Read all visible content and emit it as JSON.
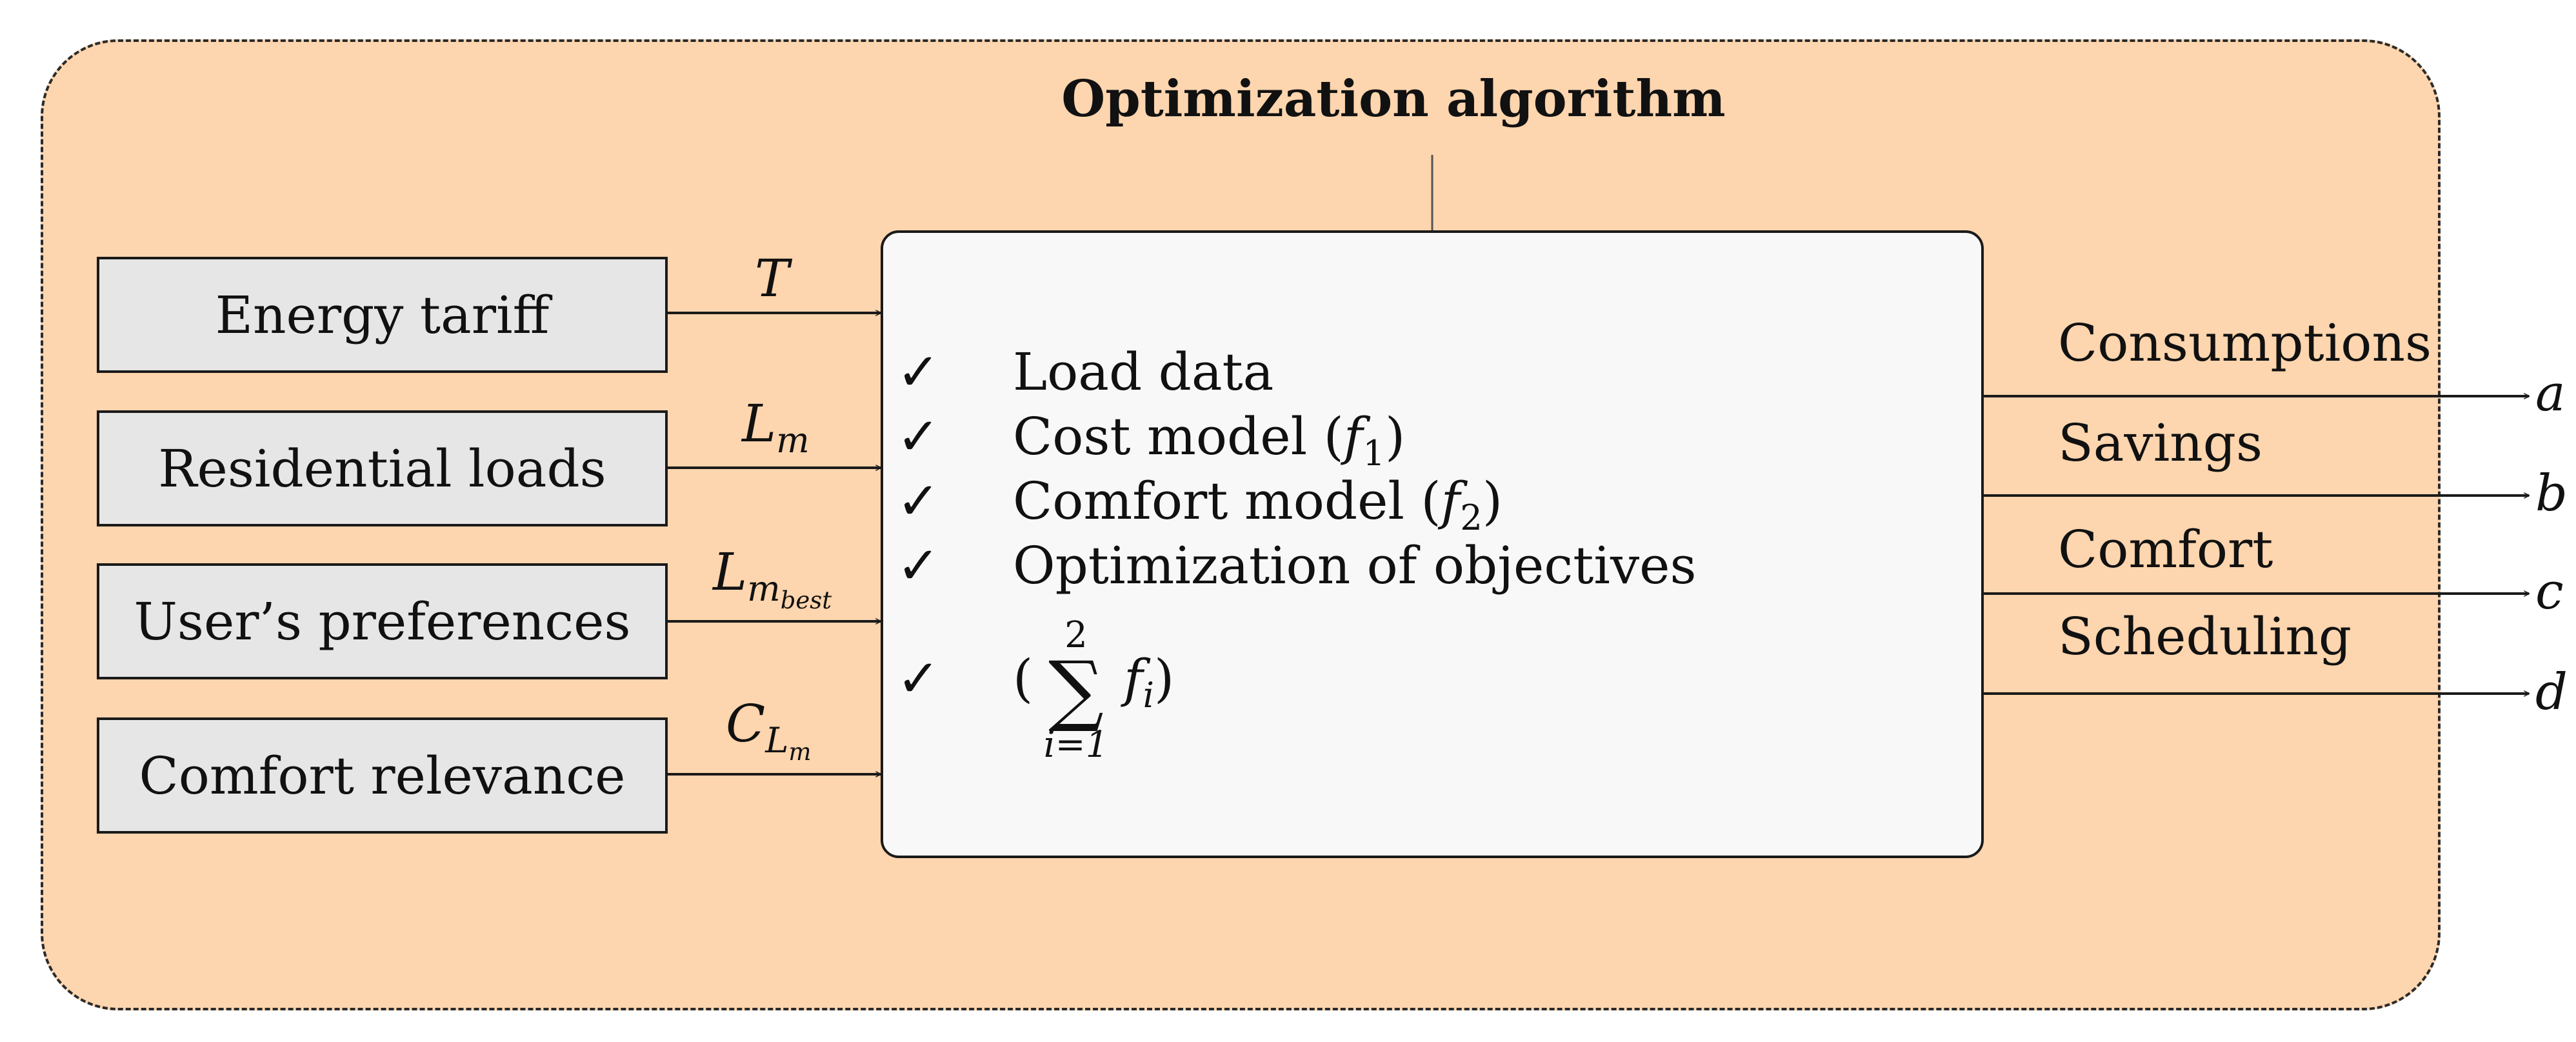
{
  "diagram": {
    "title": "Optimization algorithm",
    "inputs": [
      {
        "label": "Energy tariff",
        "signal": "T",
        "signal_sub": ""
      },
      {
        "label": "Residential loads",
        "signal": "L",
        "signal_sub": "m"
      },
      {
        "label": "User’s preferences",
        "signal": "L",
        "signal_sub": "m",
        "signal_sub_sub": "best"
      },
      {
        "label": "Comfort relevance",
        "signal": "C",
        "signal_sub": "L",
        "signal_sub_sub": "m"
      }
    ],
    "check_mark": "✓",
    "checklist": [
      {
        "text": "Load data"
      },
      {
        "text": "Cost model (",
        "var": "f",
        "sub": "1",
        "close": ")"
      },
      {
        "text": "Comfort model (",
        "var": "f",
        "sub": "2",
        "close": ")"
      },
      {
        "text": "Optimization of objectives"
      }
    ],
    "sum_term": {
      "open": "(",
      "upper": "2",
      "operator": "∑",
      "lower": "i=1",
      "var": "f",
      "sub": "i",
      "close": ")"
    },
    "outputs": [
      {
        "label": "Consumptions",
        "letter": "a"
      },
      {
        "label": "Savings",
        "letter": "b"
      },
      {
        "label": "Comfort",
        "letter": "c"
      },
      {
        "label": "Scheduling",
        "letter": "d"
      }
    ],
    "colors": {
      "panel_fill": "#fdd5ae",
      "input_box_fill": "#e6e6e6",
      "core_box_fill": "#f8f8f8",
      "stroke": "#1a1a1a"
    }
  }
}
